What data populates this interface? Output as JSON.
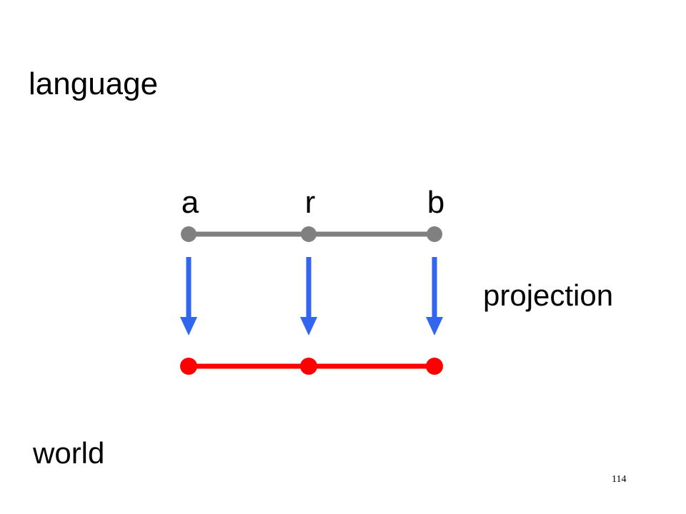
{
  "labels": {
    "language": "language",
    "projection": "projection",
    "world": "world"
  },
  "nodes": [
    {
      "id": "a",
      "letter": "a"
    },
    {
      "id": "r",
      "letter": "r"
    },
    {
      "id": "b",
      "letter": "b"
    }
  ],
  "page_number": "114",
  "colors": {
    "language_line": "#808080",
    "world_line": "#ff0000",
    "projection_arrow": "#3366ee",
    "text": "#000000"
  }
}
